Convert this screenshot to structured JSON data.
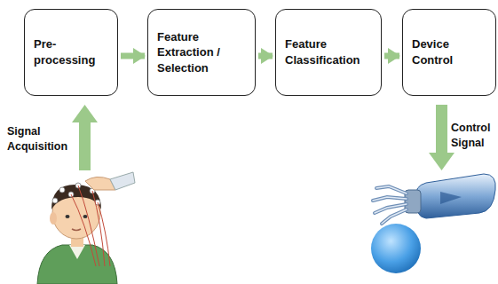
{
  "diagram": {
    "nodes": [
      {
        "text": [
          "Pre-processing"
        ]
      },
      {
        "text": [
          "Feature Extraction / Selection"
        ]
      },
      {
        "text": [
          "Feature Classification"
        ]
      },
      {
        "text": [
          "Device Control"
        ]
      }
    ],
    "edges": [
      {
        "from": 0,
        "to": 1,
        "arrow": "to"
      },
      {
        "from": 1,
        "to": 2,
        "arrow": "to"
      },
      {
        "from": 2,
        "to": 3,
        "arrow": "to"
      }
    ],
    "labels": [
      "Signal Acquisition",
      "Control Signal"
    ]
  }
}
